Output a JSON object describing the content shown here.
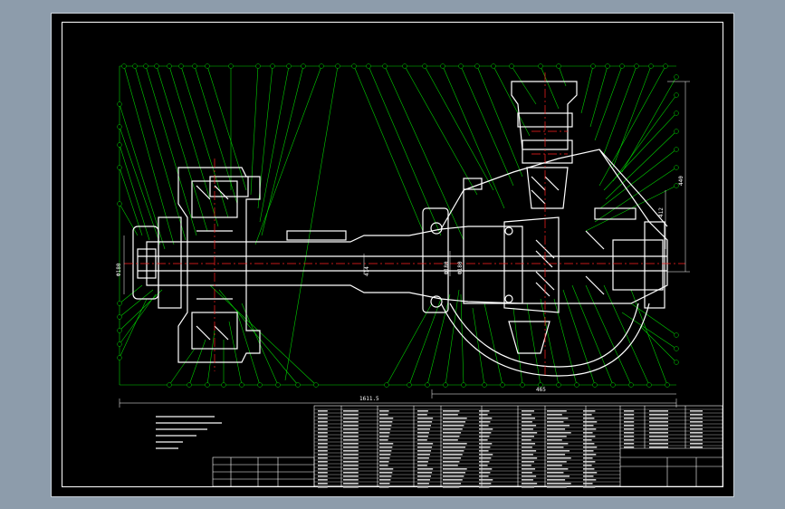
{
  "drawing": {
    "dimensions": {
      "overall_length": "1611.5",
      "right_segment": "465",
      "left_diameter": "Ф180",
      "center_mark": "414",
      "right_height": "440",
      "right_height_inner": "412",
      "flange_diameter_1": "Ф180",
      "flange_diameter_2": "Ф180"
    },
    "colors": {
      "background": "#000000",
      "outline": "#ffffff",
      "leader": "#00ff00",
      "section": "#ff0000",
      "frame": "#8d9cab"
    }
  }
}
